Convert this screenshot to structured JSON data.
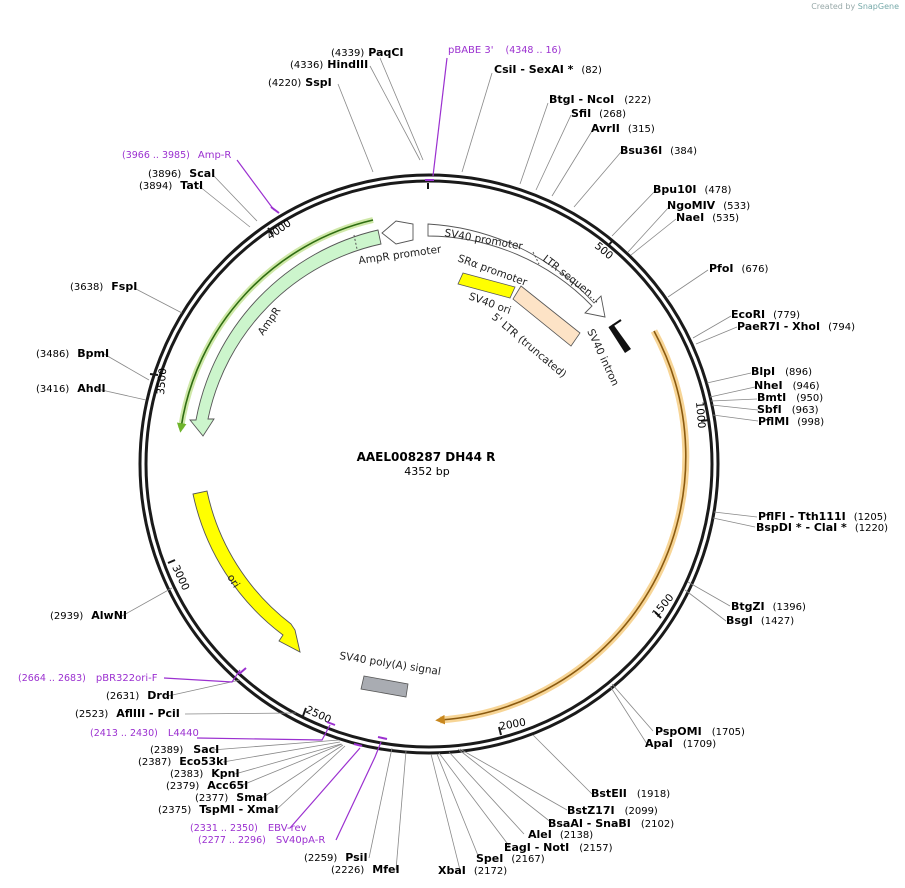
{
  "branding": {
    "created_by": "Created by",
    "app": "SnapGene"
  },
  "map": {
    "name": "AAEL008287 DH44 R",
    "length": "4352 bp",
    "ticks": [
      "500",
      "1000",
      "1500",
      "2000",
      "2500",
      "3000",
      "3500",
      "4000"
    ],
    "features": {
      "sv40_promoter": "SV40 promoter",
      "ltr_sequence": "LTR sequen…",
      "sra_promoter": "SRα promoter",
      "sv40_ori": "SV40 ori",
      "ltr5": "5' LTR (truncated)",
      "sv40_intron": "SV40 intron",
      "ampr_promoter": "AmpR promoter",
      "ampr": "AmpR",
      "ori": "ori",
      "sv40_polya": "SV40 poly(A) signal"
    },
    "sites": [
      {
        "name": "PaqCI",
        "pos": "(4339)"
      },
      {
        "name": "HindIII",
        "pos": "(4336)"
      },
      {
        "name": "SspI",
        "pos": "(4220)"
      },
      {
        "name": "CsiI",
        "name2": "SexAI *",
        "pos": "(82)"
      },
      {
        "name": "BtgI",
        "name2": "NcoI",
        "pos": "(222)"
      },
      {
        "name": "SfiI",
        "pos": "(268)"
      },
      {
        "name": "AvrII",
        "pos": "(315)"
      },
      {
        "name": "Bsu36I",
        "pos": "(384)"
      },
      {
        "name": "Bpu10I",
        "pos": "(478)"
      },
      {
        "name": "NgoMIV",
        "pos": "(533)"
      },
      {
        "name": "NaeI",
        "pos": "(535)"
      },
      {
        "name": "PfoI",
        "pos": "(676)"
      },
      {
        "name": "EcoRI",
        "pos": "(779)"
      },
      {
        "name": "PaeR7I",
        "name2": "XhoI",
        "pos": "(794)"
      },
      {
        "name": "BlpI",
        "pos": "(896)"
      },
      {
        "name": "NheI",
        "pos": "(946)"
      },
      {
        "name": "BmtI",
        "pos": "(950)"
      },
      {
        "name": "SbfI",
        "pos": "(963)"
      },
      {
        "name": "PflMI",
        "pos": "(998)"
      },
      {
        "name": "PflFI",
        "name2": "Tth111I",
        "pos": "(1205)"
      },
      {
        "name": "BspDI *",
        "name2": "ClaI *",
        "pos": "(1220)"
      },
      {
        "name": "BtgZI",
        "pos": "(1396)"
      },
      {
        "name": "BsgI",
        "pos": "(1427)"
      },
      {
        "name": "PspOMI",
        "pos": "(1705)"
      },
      {
        "name": "ApaI",
        "pos": "(1709)"
      },
      {
        "name": "BstEII",
        "pos": "(1918)"
      },
      {
        "name": "BstZ17I",
        "pos": "(2099)"
      },
      {
        "name": "BsaAI",
        "name2": "SnaBI",
        "pos": "(2102)"
      },
      {
        "name": "AleI",
        "pos": "(2138)"
      },
      {
        "name": "EagI",
        "name2": "NotI",
        "pos": "(2157)"
      },
      {
        "name": "SpeI",
        "pos": "(2167)"
      },
      {
        "name": "XbaI",
        "pos": "(2172)"
      },
      {
        "name": "PsiI",
        "pos": "(2259)"
      },
      {
        "name": "MfeI",
        "pos": "(2226)"
      },
      {
        "name": "SacI",
        "pos": "(2389)"
      },
      {
        "name": "Eco53kI",
        "pos": "(2387)"
      },
      {
        "name": "KpnI",
        "pos": "(2383)"
      },
      {
        "name": "Acc65I",
        "pos": "(2379)"
      },
      {
        "name": "SmaI",
        "pos": "(2377)"
      },
      {
        "name": "TspMI",
        "name2": "XmaI",
        "pos": "(2375)"
      },
      {
        "name": "AflIII",
        "name2": "PciI",
        "pos": "(2523)"
      },
      {
        "name": "DrdI",
        "pos": "(2631)"
      },
      {
        "name": "AlwNI",
        "pos": "(2939)"
      },
      {
        "name": "AhdI",
        "pos": "(3416)"
      },
      {
        "name": "BpmI",
        "pos": "(3486)"
      },
      {
        "name": "FspI",
        "pos": "(3638)"
      },
      {
        "name": "TatI",
        "pos": "(3894)"
      },
      {
        "name": "ScaI",
        "pos": "(3896)"
      }
    ],
    "primers": [
      {
        "name": "pBABE 3'",
        "pos": "(4348 .. 16)"
      },
      {
        "name": "Amp-R",
        "pos": "(3966 .. 3985)"
      },
      {
        "name": "pBR322ori-F",
        "pos": "(2664 .. 2683)"
      },
      {
        "name": "L4440",
        "pos": "(2413 .. 2430)"
      },
      {
        "name": "EBV-rev",
        "pos": "(2331 .. 2350)"
      },
      {
        "name": "SV40pA-R",
        "pos": "(2277 .. 2296)"
      }
    ],
    "colors": {
      "backbone": "#1a1a1a",
      "ampr": "#ccf5cc",
      "ori": "#ffff00",
      "sra_box": "#ffff00",
      "ltr5_box": "#fde3c6",
      "polya_box": "#a9acb2",
      "orf_highlight": "#f7c97a",
      "green_highlight": "#6fb52c",
      "primer": "#9b30d0"
    }
  }
}
